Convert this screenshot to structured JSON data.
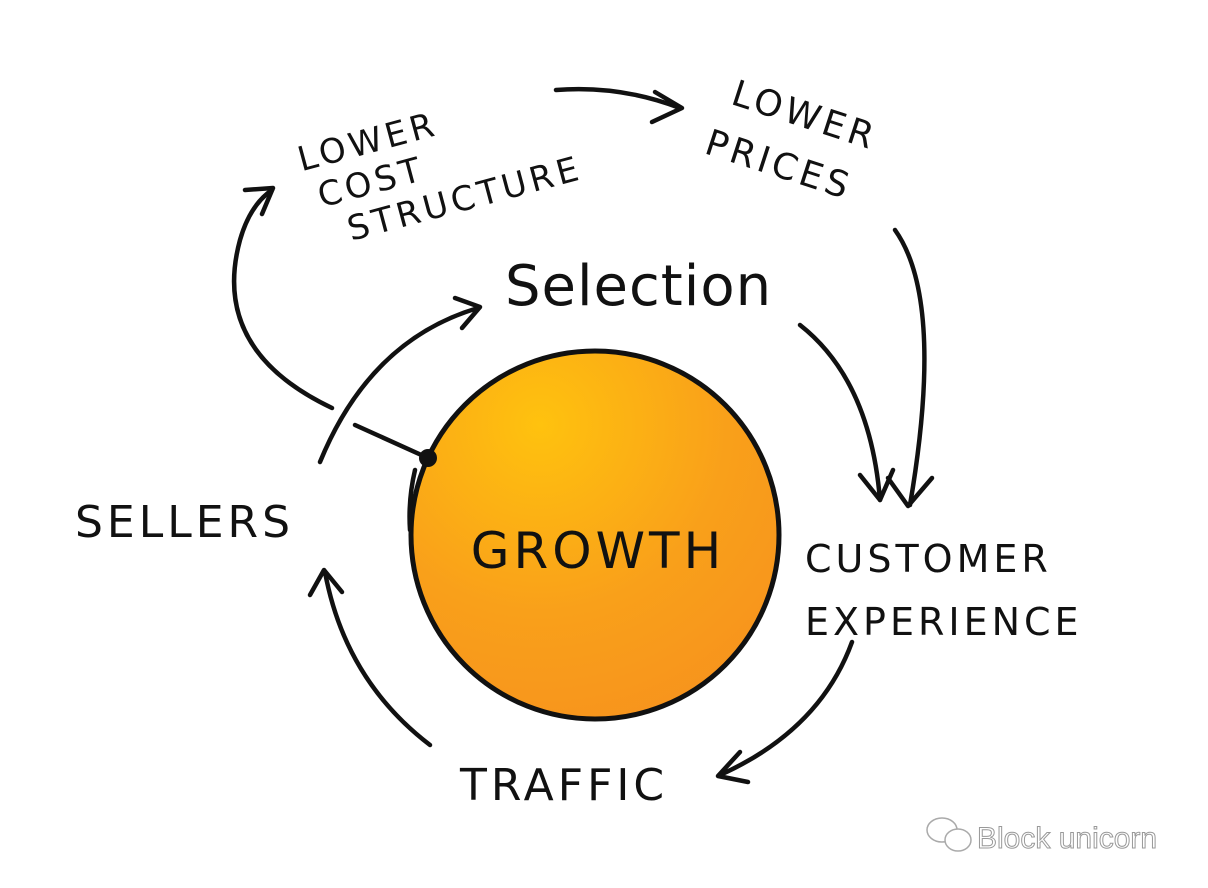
{
  "diagram": {
    "center": "GROWTH",
    "nodes": {
      "lower_cost": [
        "LOWER",
        "COST",
        "STRUCTURE"
      ],
      "lower_prices": [
        "LOWER",
        "PRICES"
      ],
      "selection": "Selection",
      "customer_experience": [
        "CUSTOMER",
        "EXPERIENCE"
      ],
      "traffic": "TRAFFIC",
      "sellers": "SELLERS"
    },
    "colors": {
      "circle_light": "#FFC20E",
      "circle_dark": "#F7941D",
      "ink": "#111111"
    }
  },
  "watermark": {
    "text": "Block unicorn",
    "icon": "wechat-icon"
  }
}
